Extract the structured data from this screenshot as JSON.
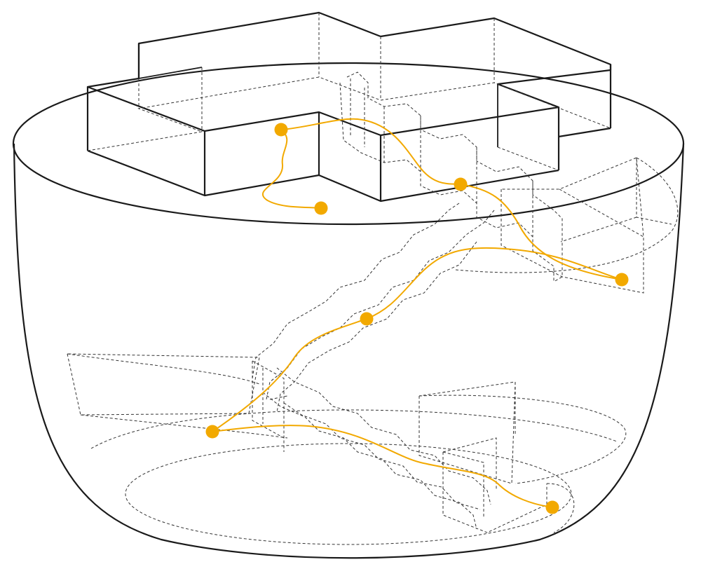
{
  "colors": {
    "background": "#ffffff",
    "outline": "#1a1a1a",
    "hidden_lines": "#333333",
    "path_accent": "#f2a900"
  },
  "diagram": {
    "description_type": "axonometric-section",
    "components": [
      "plinth-volume",
      "cross-shaped-building",
      "underground-stair-tunnels",
      "underground-chambers",
      "circulation-path"
    ],
    "path_node_count": 7
  }
}
